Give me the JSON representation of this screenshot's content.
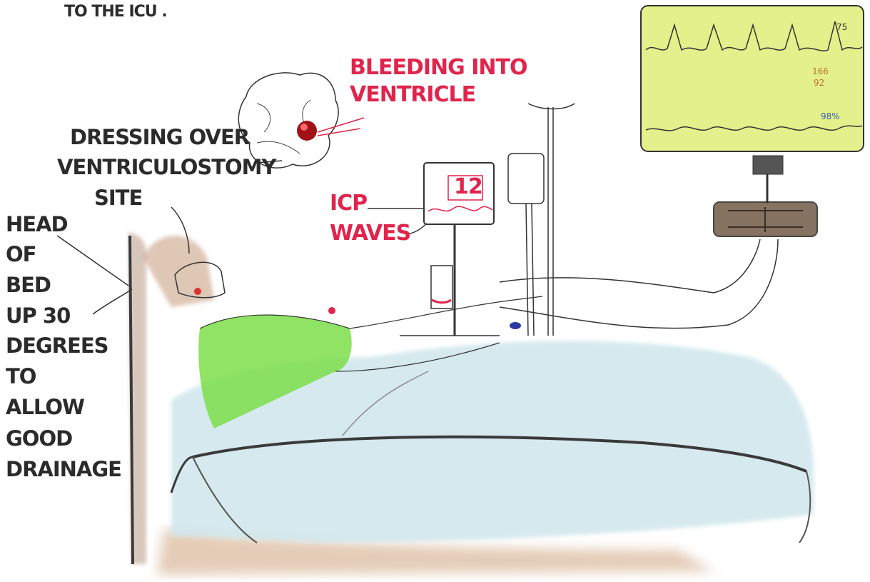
{
  "caption_fragment": "TO THE ICU .",
  "labels": {
    "bleeding": [
      "BLEEDING INTO",
      "VENTRICLE"
    ],
    "dressing": [
      "DRESSING OVER",
      "VENTRICULOSTOMY",
      "SITE"
    ],
    "head_of_bed": [
      "HEAD",
      "OF",
      "BED",
      "UP 30",
      "DEGREES",
      "TO",
      "ALLOW",
      "GOOD",
      "DRAINAGE"
    ],
    "icp": [
      "ICP",
      "WAVES"
    ]
  },
  "icp_monitor": {
    "value": "12"
  },
  "vitals_monitor": {
    "heart_rate": "75",
    "bp_systolic": "166",
    "bp_diastolic": "92",
    "spo2": "98%"
  },
  "colors": {
    "label_red": "#e0254d",
    "label_dark": "#2b2b2b",
    "gown_green": "#7dde4a",
    "sheet_blue": "#cfe6ec",
    "monitor_screen": "#e3f08c",
    "blood_red": "#a01218"
  }
}
